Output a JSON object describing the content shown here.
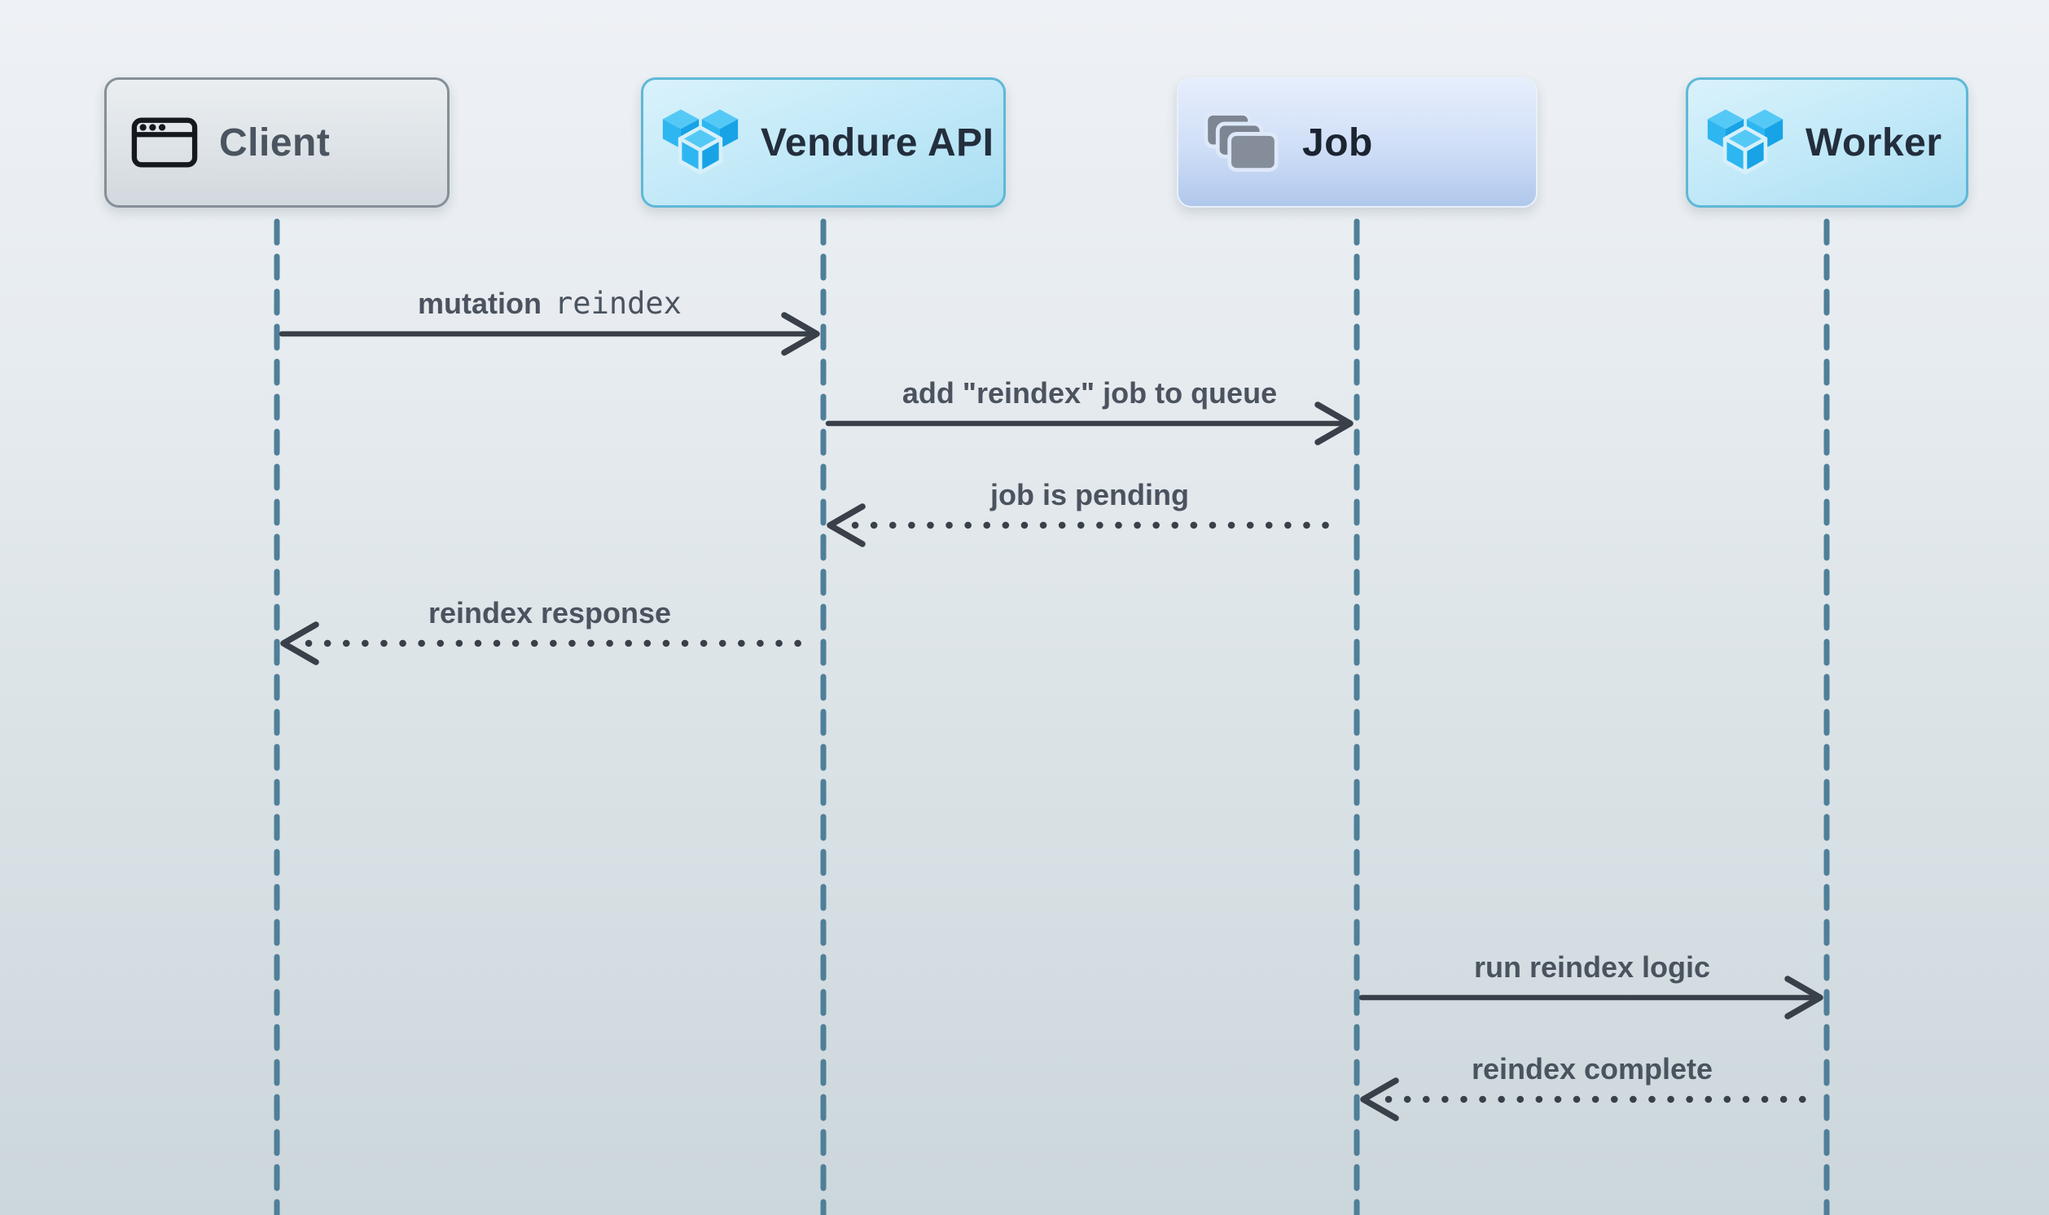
{
  "diagram_type": "sequence-diagram",
  "actors": [
    {
      "name": "Client",
      "icon": "browser-window-icon",
      "variant": "gray"
    },
    {
      "name": "Vendure API",
      "icon": "vendure-logo-icon",
      "variant": "cyan"
    },
    {
      "name": "Job",
      "icon": "stacked-cards-icon",
      "variant": "blue"
    },
    {
      "name": "Worker",
      "icon": "vendure-logo-icon",
      "variant": "cyan"
    }
  ],
  "messages": [
    {
      "from": "Client",
      "to": "Vendure API",
      "label": "mutation",
      "code": "reindex",
      "style": "solid"
    },
    {
      "from": "Vendure API",
      "to": "Job",
      "label": "add \"reindex\" job to queue",
      "style": "solid"
    },
    {
      "from": "Job",
      "to": "Vendure API",
      "label": "job is pending",
      "style": "dotted"
    },
    {
      "from": "Vendure API",
      "to": "Client",
      "label": "reindex response",
      "style": "dotted"
    },
    {
      "from": "Job",
      "to": "Worker",
      "label": "run reindex logic",
      "style": "solid"
    },
    {
      "from": "Worker",
      "to": "Job",
      "label": "reindex complete",
      "style": "dotted"
    }
  ],
  "colors": {
    "background_top": "#eef1f5",
    "background_bottom": "#ccd7db",
    "lifeline": "#4f7f99",
    "arrow": "#394049",
    "message_text": "#4a535e",
    "client_box_border": "#868f98",
    "client_text": "#4a5560",
    "cyan_box_border": "#5fb8d6",
    "cyan_box_background": "#c2e9f8",
    "blue_box_background": "#cfdef7",
    "actor_text_dark": "#232e3d",
    "vendure_cube_top": "#55c9f6",
    "vendure_cube_left": "#2eb6f1",
    "vendure_cube_right": "#17a3e6",
    "card_gray": "#7c8591",
    "browser_icon_black": "#15181d"
  }
}
